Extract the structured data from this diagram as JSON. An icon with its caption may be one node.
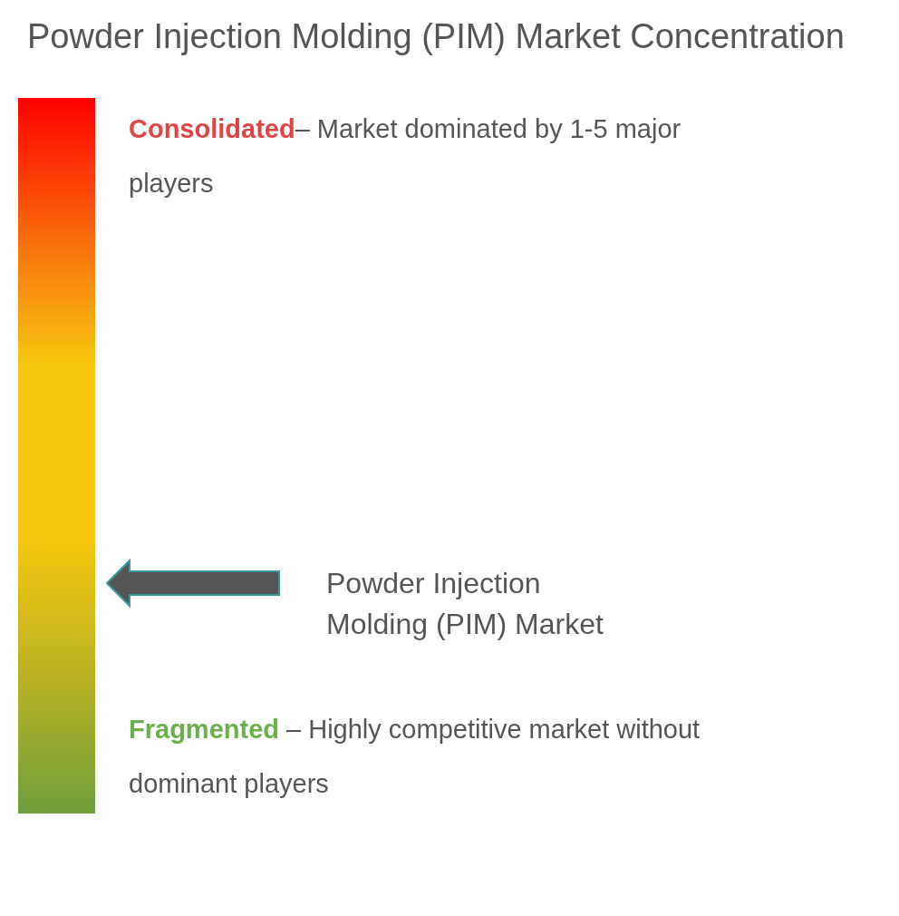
{
  "diagram": {
    "title": "Powder Injection Molding (PIM) Market Concentration",
    "nodes": [
      {
        "text": [],
        "shape": "bar"
      },
      {
        "text": [
          "Powder Injection Molding (PIM) Market"
        ]
      }
    ],
    "edges": [
      {
        "from": 1,
        "to": 0,
        "arrow": "to",
        "style": "thick"
      }
    ],
    "labels": [
      "**Consolidated**– Market dominated by 1-5 major players",
      "**Fragmented** – Highly competitive market without dominant players"
    ]
  }
}
